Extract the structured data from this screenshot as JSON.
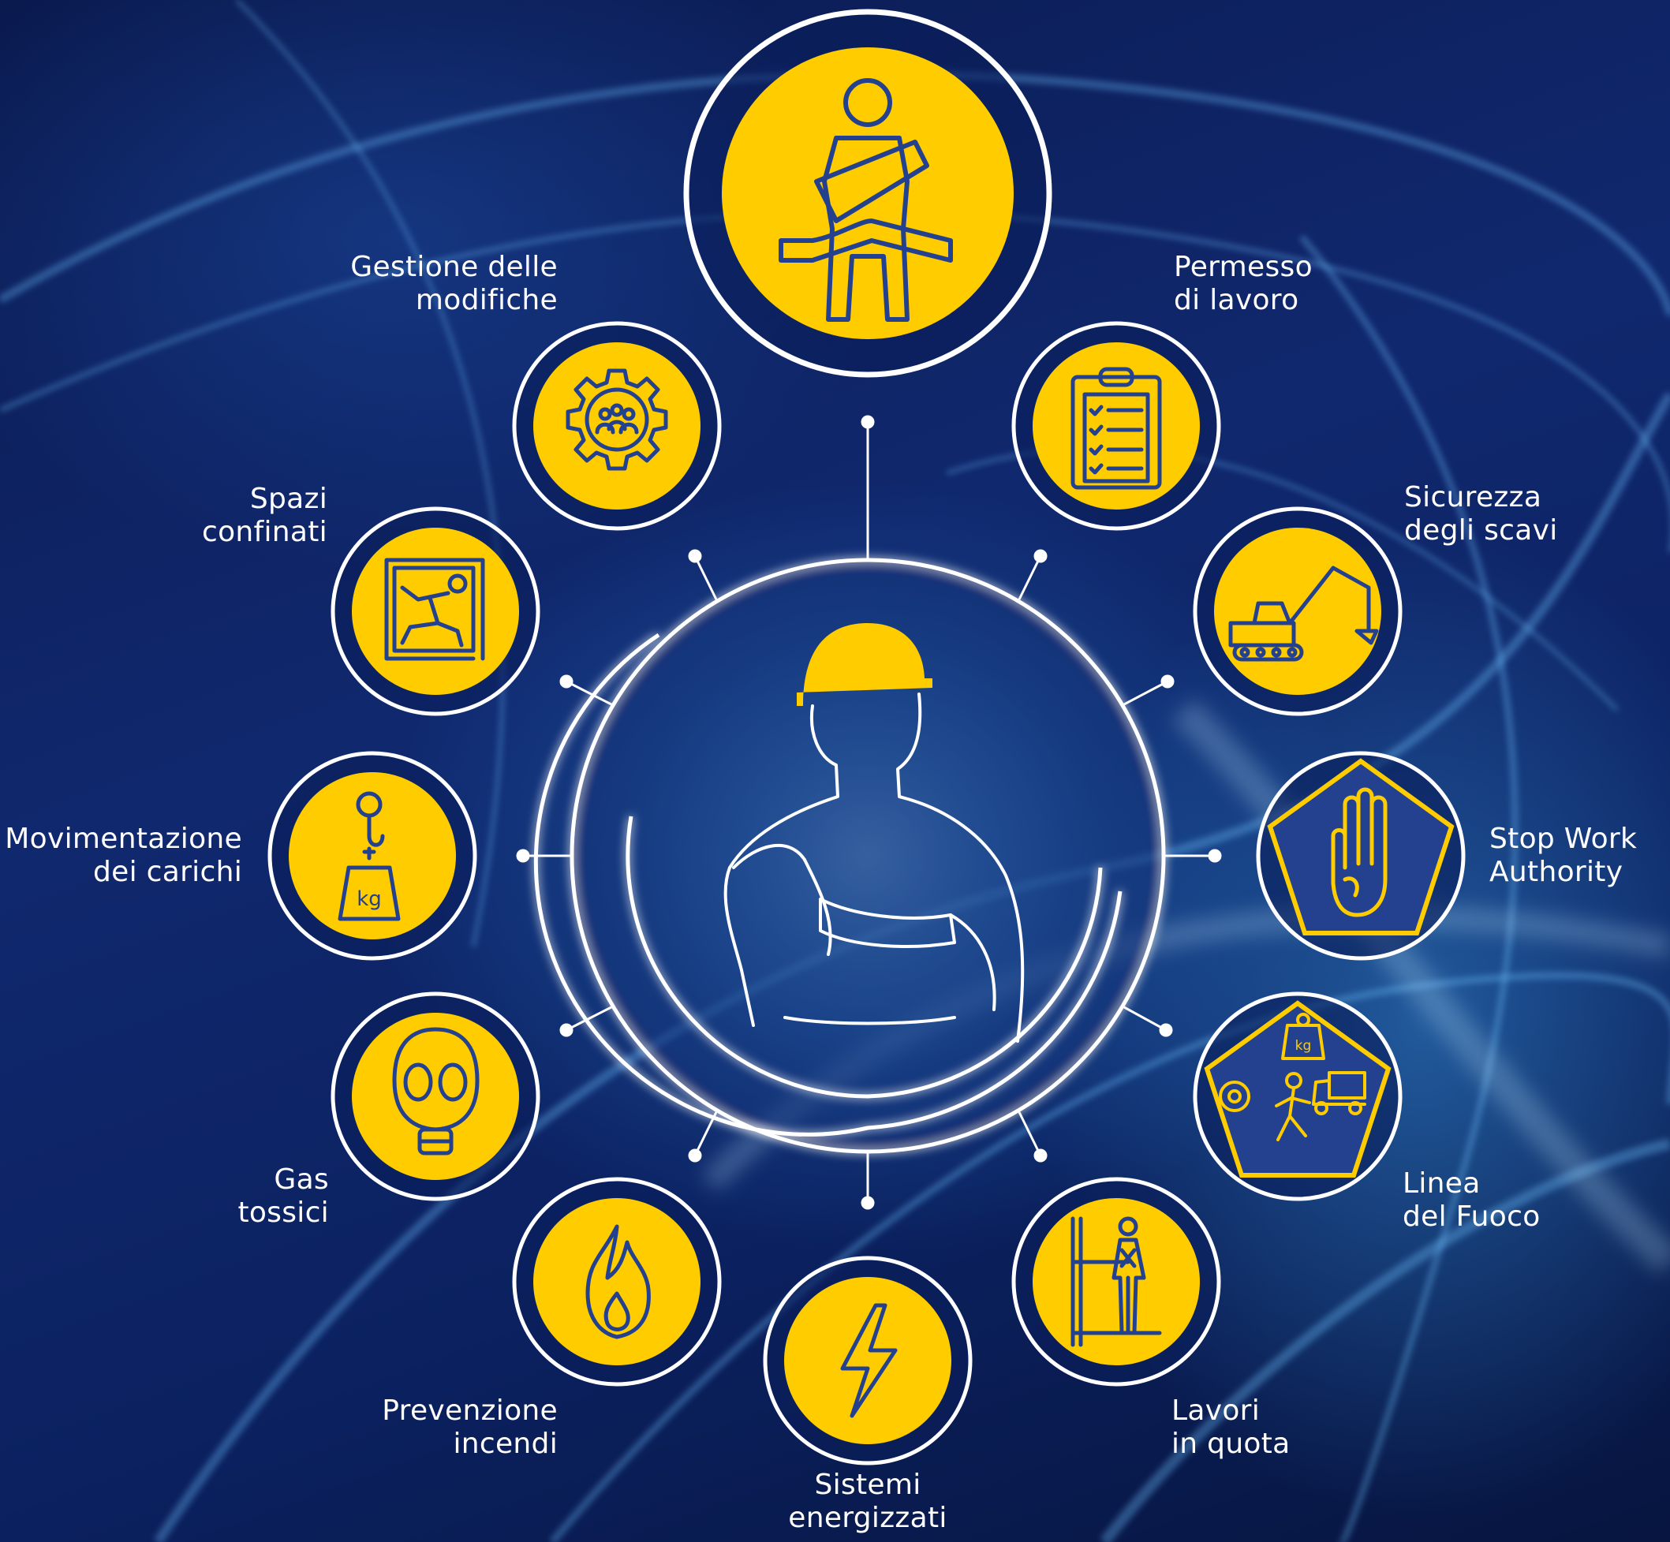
{
  "colors": {
    "background": "#0d2462",
    "accent_yellow": "#FFCC00",
    "icon_stroke": "#24418f",
    "ring_white": "#ffffff"
  },
  "center": {
    "icon": "worker-hardhat-icon"
  },
  "top": {
    "icon": "seatbelt-icon"
  },
  "rules": [
    {
      "label": "Permesso\ndi lavoro",
      "icon": "clipboard-checklist-icon"
    },
    {
      "label": "Sicurezza\ndegli scavi",
      "icon": "excavator-icon"
    },
    {
      "label": "Stop Work\nAuthority",
      "icon": "stop-hand-icon"
    },
    {
      "label": "Linea\ndel Fuoco",
      "icon": "line-of-fire-icon",
      "badge": "kg"
    },
    {
      "label": "Lavori\nin quota",
      "icon": "harness-scaffold-icon"
    },
    {
      "label": "Sistemi\nenergizzati",
      "icon": "lightning-bolt-icon"
    },
    {
      "label": "Prevenzione\nincendi",
      "icon": "flame-icon"
    },
    {
      "label": "Gas\ntossici",
      "icon": "gas-mask-icon"
    },
    {
      "label": "Movimentazione\ndei carichi",
      "icon": "hook-weight-icon",
      "badge": "kg"
    },
    {
      "label": "Spazi\nconfinati",
      "icon": "confined-space-icon"
    },
    {
      "label": "Gestione delle\nmodifiche",
      "icon": "gear-team-icon"
    }
  ]
}
